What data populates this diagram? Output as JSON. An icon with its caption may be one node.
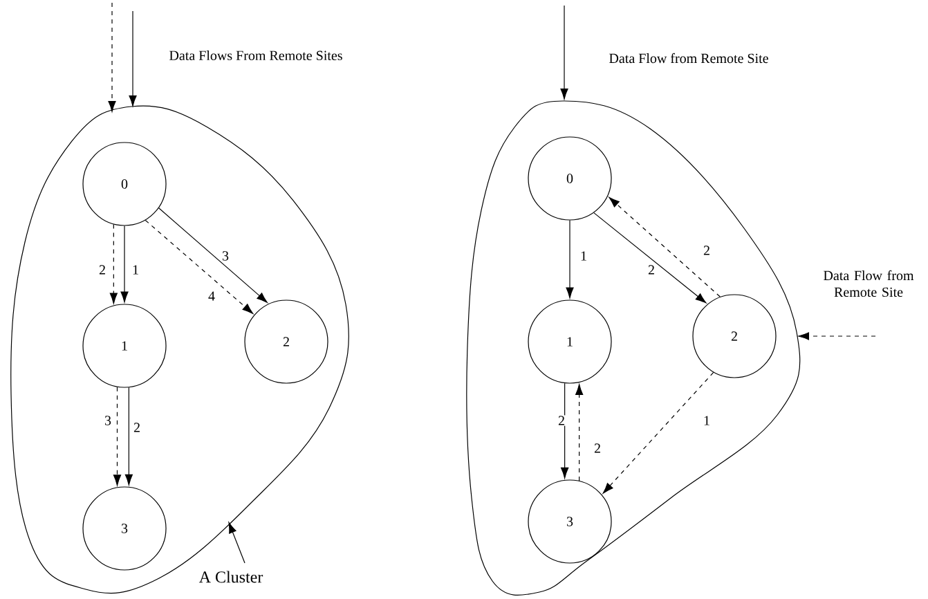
{
  "diagram": {
    "nodes": [
      {
        "text": [],
        "shape": "cloud"
      },
      {
        "text": [
          "0"
        ],
        "in": 0
      },
      {
        "text": [
          "1"
        ],
        "in": 0
      },
      {
        "text": [
          "2"
        ],
        "in": 0
      },
      {
        "text": [
          "3"
        ],
        "in": 0
      },
      {
        "text": [],
        "shape": "cloud"
      },
      {
        "text": [
          "0"
        ],
        "in": 5
      },
      {
        "text": [
          "1"
        ],
        "in": 5
      },
      {
        "text": [
          "2"
        ],
        "in": 5
      },
      {
        "text": [
          "3"
        ],
        "in": 5
      },
      {
        "text": [
          "A Cluster"
        ]
      }
    ],
    "edges": [
      {
        "from": null,
        "to": 0,
        "arrow": "to",
        "style": "dashed"
      },
      {
        "from": null,
        "to": 0,
        "arrow": "to"
      },
      {
        "from": 1,
        "to": 2,
        "arrow": "to",
        "style": "dashed",
        "label": "2"
      },
      {
        "from": 1,
        "to": 2,
        "arrow": "to",
        "label": "1"
      },
      {
        "from": 1,
        "to": 3,
        "arrow": "to",
        "label": "3"
      },
      {
        "from": 1,
        "to": 3,
        "arrow": "to",
        "style": "dashed",
        "label": "4"
      },
      {
        "from": 2,
        "to": 4,
        "arrow": "to",
        "style": "dashed",
        "label": "3"
      },
      {
        "from": 2,
        "to": 4,
        "arrow": "to",
        "label": "2"
      },
      {
        "from": 10,
        "to": 0,
        "arrow": "to"
      },
      {
        "from": null,
        "to": 5,
        "arrow": "to"
      },
      {
        "from": null,
        "to": 5,
        "arrow": "to",
        "style": "dashed"
      },
      {
        "from": 6,
        "to": 7,
        "arrow": "to",
        "label": "1"
      },
      {
        "from": 6,
        "to": 8,
        "arrow": "to",
        "label": "2"
      },
      {
        "from": 8,
        "to": 6,
        "arrow": "to",
        "style": "dashed",
        "label": "2"
      },
      {
        "from": 8,
        "to": 9,
        "arrow": "to",
        "style": "dashed",
        "label": "1"
      },
      {
        "from": 7,
        "to": 9,
        "arrow": "to",
        "label": "2"
      },
      {
        "from": 9,
        "to": 7,
        "arrow": "to",
        "style": "dashed",
        "label": "2"
      }
    ],
    "labels": [
      "Data Flows From Remote Sites",
      "Data Flow from Remote Site",
      "Data Flow from Remote Site"
    ]
  }
}
